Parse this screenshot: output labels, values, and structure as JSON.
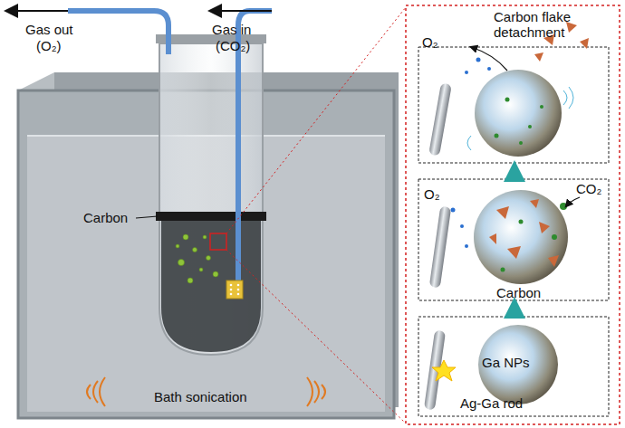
{
  "diagram": {
    "labels": [
      "Gas out",
      "(O₂)",
      "Gas in",
      "(CO₂)",
      "Carbon",
      "Bath sonication",
      "O₂",
      "Carbon flake detachment",
      "O₂",
      "CO₂",
      "Carbon",
      "Ga NPs",
      "Ag-Ga rod"
    ]
  }
}
